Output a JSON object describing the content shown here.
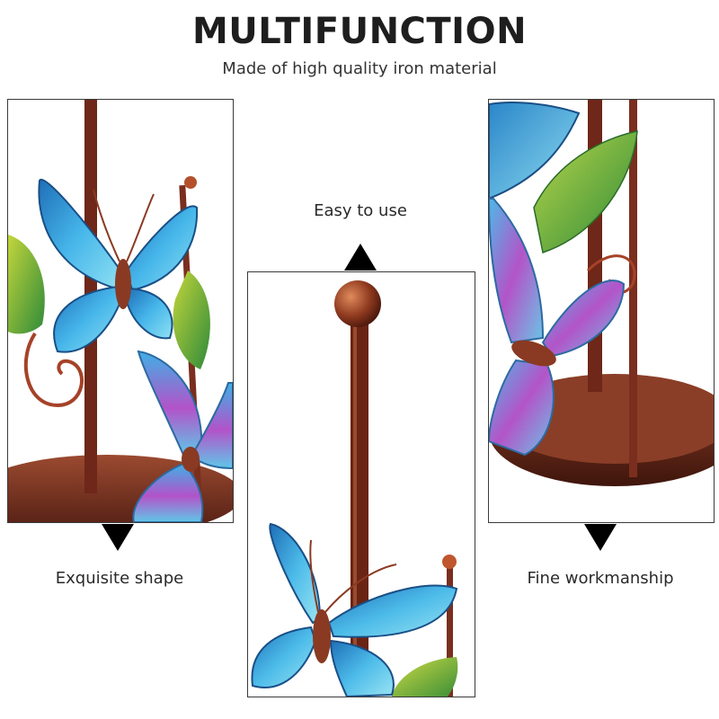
{
  "header": {
    "title": "MULTIFUNCTION",
    "subtitle": "Made of high quality iron material"
  },
  "features": [
    {
      "label": "Exquisite shape"
    },
    {
      "label": "Easy to use"
    },
    {
      "label": "Fine workmanship"
    }
  ],
  "colors": {
    "iron": "#7a2e1e",
    "copper": "#b4512c",
    "butterfly_blue": "#3fa9e0",
    "butterfly_purple": "#a44fc8",
    "leaf_green": "#6fae3a",
    "frame": "#3a3a3a"
  }
}
